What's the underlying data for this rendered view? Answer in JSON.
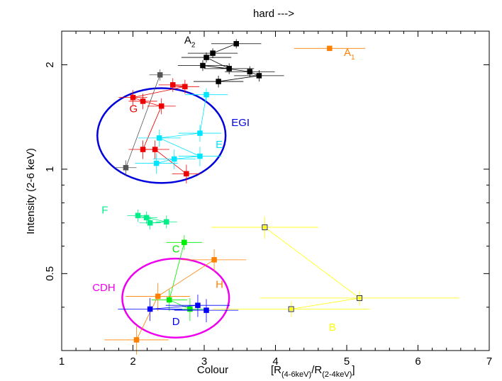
{
  "chart_data": {
    "type": "scatter",
    "top_label": "hard --->",
    "xlabel": "Colour",
    "xlabel_formula": {
      "open": "[R",
      "sub1": "(4-6keV)",
      "slash": "/R",
      "sub2": "(2-4keV)",
      "close": "]"
    },
    "ylabel": "Intensity (2-6 keV)",
    "xlim": [
      1,
      7
    ],
    "ylim": [
      0.3,
      2.5
    ],
    "yscale": "log",
    "x_ticks": [
      "1",
      "2",
      "3",
      "4",
      "5",
      "6",
      "7"
    ],
    "y_ticks": [
      "0.5",
      "1",
      "2"
    ],
    "series": [
      {
        "name": "A2",
        "color": "#000000",
        "marker": "filled-square",
        "points": [
          {
            "x": 3.45,
            "y": 2.3,
            "xerr": 0.35,
            "yerr": 0.07
          },
          {
            "x": 3.12,
            "y": 2.16,
            "xerr": 0.35,
            "yerr": 0.07
          },
          {
            "x": 3.03,
            "y": 2.1,
            "xerr": 0.35,
            "yerr": 0.07
          },
          {
            "x": 3.35,
            "y": 1.95,
            "xerr": 0.35,
            "yerr": 0.07
          },
          {
            "x": 2.98,
            "y": 1.99,
            "xerr": 0.35,
            "yerr": 0.07
          },
          {
            "x": 3.64,
            "y": 1.91,
            "xerr": 0.35,
            "yerr": 0.07
          },
          {
            "x": 3.77,
            "y": 1.86,
            "xerr": 0.35,
            "yerr": 0.07
          },
          {
            "x": 3.2,
            "y": 1.79,
            "xerr": 0.35,
            "yerr": 0.07
          }
        ]
      },
      {
        "name": "gray",
        "color": "#555555",
        "marker": "filled-square",
        "points": [
          {
            "x": 2.38,
            "y": 1.87,
            "xerr": 0.15,
            "yerr": 0.07
          },
          {
            "x": 1.9,
            "y": 1.01,
            "xerr": 0.15,
            "yerr": 0.05
          }
        ]
      },
      {
        "name": "G",
        "color": "#ee0000",
        "marker": "filled-square",
        "points": [
          {
            "x": 2.56,
            "y": 1.75,
            "xerr": 0.2,
            "yerr": 0.08
          },
          {
            "x": 2.73,
            "y": 1.73,
            "xerr": 0.2,
            "yerr": 0.08
          },
          {
            "x": 2.0,
            "y": 1.61,
            "xerr": 0.2,
            "yerr": 0.08
          },
          {
            "x": 2.14,
            "y": 1.57,
            "xerr": 0.2,
            "yerr": 0.08
          },
          {
            "x": 2.4,
            "y": 1.52,
            "xerr": 0.2,
            "yerr": 0.08
          },
          {
            "x": 2.14,
            "y": 1.14,
            "xerr": 0.2,
            "yerr": 0.07
          },
          {
            "x": 2.31,
            "y": 1.14,
            "xerr": 0.2,
            "yerr": 0.07
          },
          {
            "x": 2.75,
            "y": 0.97,
            "xerr": 0.2,
            "yerr": 0.06
          }
        ]
      },
      {
        "name": "E",
        "color": "#00e5ff",
        "marker": "filled-square",
        "points": [
          {
            "x": 3.03,
            "y": 1.64,
            "xerr": 0.3,
            "yerr": 0.07
          },
          {
            "x": 2.94,
            "y": 1.27,
            "xerr": 0.3,
            "yerr": 0.07
          },
          {
            "x": 2.37,
            "y": 1.23,
            "xerr": 0.3,
            "yerr": 0.07
          },
          {
            "x": 2.94,
            "y": 1.09,
            "xerr": 0.3,
            "yerr": 0.07
          },
          {
            "x": 2.58,
            "y": 1.07,
            "xerr": 0.3,
            "yerr": 0.07
          },
          {
            "x": 2.33,
            "y": 1.04,
            "xerr": 0.3,
            "yerr": 0.07
          }
        ]
      },
      {
        "name": "A1",
        "color": "#ff8000",
        "marker": "filled-square",
        "points": [
          {
            "x": 4.76,
            "y": 2.23,
            "xerr": 0.5,
            "yerr": 0.03
          }
        ]
      },
      {
        "name": "F",
        "color": "#00ee88",
        "marker": "filled-square",
        "points": [
          {
            "x": 2.07,
            "y": 0.735,
            "xerr": 0.15,
            "yerr": 0.03
          },
          {
            "x": 2.19,
            "y": 0.725,
            "xerr": 0.15,
            "yerr": 0.03
          },
          {
            "x": 2.47,
            "y": 0.705,
            "xerr": 0.15,
            "yerr": 0.03
          },
          {
            "x": 2.24,
            "y": 0.7,
            "xerr": 0.15,
            "yerr": 0.03
          }
        ]
      },
      {
        "name": "B",
        "color": "#ffff00",
        "marker": "open-square",
        "points": [
          {
            "x": 3.85,
            "y": 0.68,
            "xerr": 0.75,
            "yerr": 0.05
          },
          {
            "x": 5.18,
            "y": 0.425,
            "xerr": 1.4,
            "yerr": 0.02
          },
          {
            "x": 4.22,
            "y": 0.395,
            "xerr": 1.1,
            "yerr": 0.02
          }
        ]
      },
      {
        "name": "C",
        "color": "#00ee00",
        "marker": "filled-square",
        "points": [
          {
            "x": 2.72,
            "y": 0.615,
            "xerr": 0.25,
            "yerr": 0.03
          },
          {
            "x": 2.51,
            "y": 0.42,
            "xerr": 0.25,
            "yerr": 0.03
          },
          {
            "x": 2.8,
            "y": 0.395,
            "xerr": 0.25,
            "yerr": 0.03
          }
        ]
      },
      {
        "name": "H",
        "color": "#ff8000",
        "marker": "filled-square",
        "points": [
          {
            "x": 3.14,
            "y": 0.548,
            "xerr": 0.45,
            "yerr": 0.04
          },
          {
            "x": 2.35,
            "y": 0.43,
            "xerr": 0.45,
            "yerr": 0.04
          },
          {
            "x": 2.05,
            "y": 0.322,
            "xerr": 0.45,
            "yerr": 0.03
          }
        ]
      },
      {
        "name": "D",
        "color": "#0000ff",
        "marker": "filled-square",
        "points": [
          {
            "x": 2.91,
            "y": 0.405,
            "xerr": 0.45,
            "yerr": 0.03
          },
          {
            "x": 2.24,
            "y": 0.395,
            "xerr": 0.45,
            "yerr": 0.03
          },
          {
            "x": 3.03,
            "y": 0.392,
            "xerr": 0.45,
            "yerr": 0.03
          }
        ]
      }
    ],
    "circles": [
      {
        "label": "EGI",
        "color": "#0000dd",
        "cx": 2.4,
        "cy": 1.25,
        "rx": 0.9,
        "ry_factor": 1.75
      },
      {
        "label": "CDH",
        "color": "#ee00ee",
        "cx": 2.6,
        "cy": 0.425,
        "rx": 0.75,
        "ry_factor": 1.55
      }
    ],
    "annotations": [
      {
        "text": "A",
        "sub": "2",
        "color": "#000000",
        "x": 2.72,
        "y": 2.3
      },
      {
        "text": "A",
        "sub": "1",
        "color": "#ff8000",
        "x": 4.96,
        "y": 2.12
      },
      {
        "text": "G",
        "sub": "",
        "color": "#ee0000",
        "x": 1.95,
        "y": 1.46
      },
      {
        "text": "E",
        "sub": "",
        "color": "#00e5ff",
        "x": 3.16,
        "y": 1.15
      },
      {
        "text": "EGI",
        "sub": "",
        "color": "#0000dd",
        "x": 3.38,
        "y": 1.33
      },
      {
        "text": "F",
        "sub": "",
        "color": "#00ee88",
        "x": 1.56,
        "y": 0.745
      },
      {
        "text": "C",
        "sub": "",
        "color": "#00ee00",
        "x": 2.55,
        "y": 0.575
      },
      {
        "text": "CDH",
        "sub": "",
        "color": "#ee00ee",
        "x": 1.43,
        "y": 0.445
      },
      {
        "text": "H",
        "sub": "",
        "color": "#ff8000",
        "x": 3.16,
        "y": 0.455
      },
      {
        "text": "D",
        "sub": "",
        "color": "#0000ff",
        "x": 2.55,
        "y": 0.355
      },
      {
        "text": "B",
        "sub": "",
        "color": "#ffff00",
        "x": 4.75,
        "y": 0.342
      }
    ],
    "grid": false,
    "legend": "none"
  }
}
